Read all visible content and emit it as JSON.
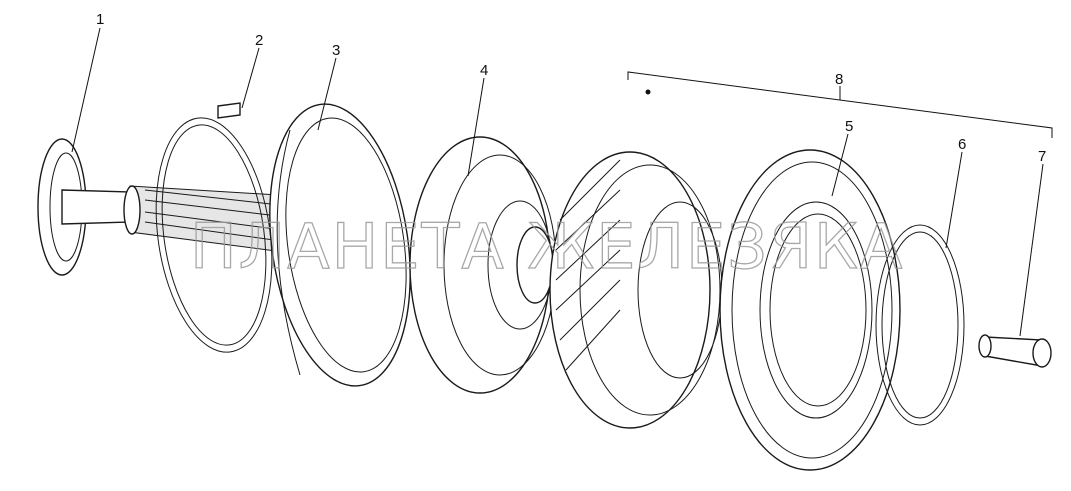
{
  "diagram": {
    "callouts": [
      {
        "id": "1",
        "label": "1"
      },
      {
        "id": "2",
        "label": "2"
      },
      {
        "id": "3",
        "label": "3"
      },
      {
        "id": "4",
        "label": "4"
      },
      {
        "id": "5",
        "label": "5"
      },
      {
        "id": "6",
        "label": "6"
      },
      {
        "id": "7",
        "label": "7"
      },
      {
        "id": "8",
        "label": "8"
      }
    ],
    "watermark_text": "ПЛАНЕТА ЖЕЛЕЗЯКА"
  }
}
